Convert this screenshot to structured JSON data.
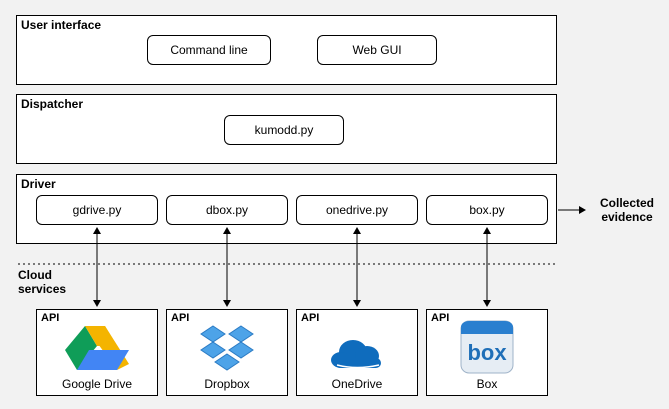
{
  "layers": {
    "ui": {
      "title": "User interface",
      "nodes": [
        "Command line",
        "Web GUI"
      ]
    },
    "dispatcher": {
      "title": "Dispatcher",
      "nodes": [
        "kumodd.py"
      ]
    },
    "driver": {
      "title": "Driver",
      "nodes": [
        "gdrive.py",
        "dbox.py",
        "onedrive.py",
        "box.py"
      ]
    }
  },
  "output": {
    "line1": "Collected",
    "line2": "evidence"
  },
  "cloud": {
    "line1": "Cloud",
    "line2": "services",
    "services": [
      {
        "api": "API",
        "name": "Google Drive",
        "icon": "google-drive-icon"
      },
      {
        "api": "API",
        "name": "Dropbox",
        "icon": "dropbox-icon"
      },
      {
        "api": "API",
        "name": "OneDrive",
        "icon": "onedrive-icon"
      },
      {
        "api": "API",
        "name": "Box",
        "icon": "box-icon"
      }
    ]
  },
  "colors": {
    "gdrive_green": "#0f9d58",
    "gdrive_yellow": "#f4b400",
    "gdrive_blue": "#4285f4",
    "dropbox_blue": "#4da3e8",
    "onedrive_blue": "#0f6cbd",
    "box_blue": "#1f6fb8"
  }
}
